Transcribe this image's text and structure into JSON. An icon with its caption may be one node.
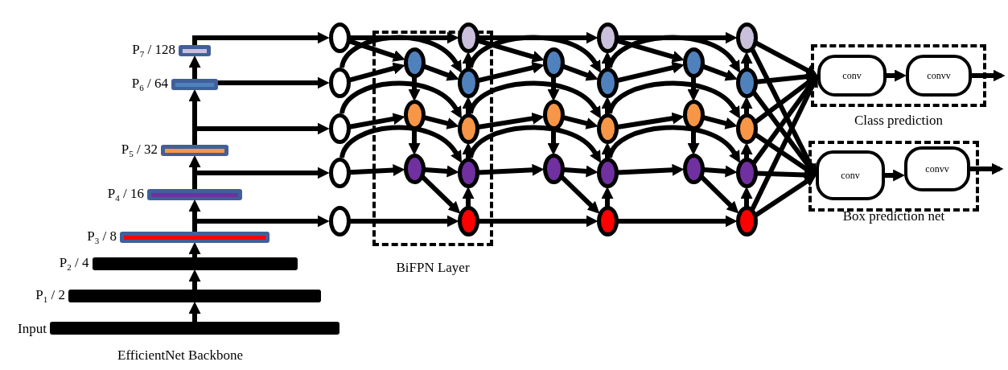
{
  "diagram": {
    "nodes": [
      {
        "text": [],
        "shape": "bar",
        "beside": [
          "P$_{7}$ / 128"
        ]
      },
      {
        "text": [],
        "shape": "bar",
        "beside": [
          "P$_{6}$ / 64"
        ]
      },
      {
        "text": [],
        "shape": "bar",
        "beside": [
          "P$_{5}$ / 32"
        ]
      },
      {
        "text": [],
        "shape": "bar",
        "beside": [
          "P$_{4}$ / 16"
        ]
      },
      {
        "text": [],
        "shape": "bar",
        "beside": [
          "P$_{3}$ / 8"
        ]
      },
      {
        "text": [],
        "shape": "bar",
        "beside": [
          "P$_{2}$ / 4"
        ]
      },
      {
        "text": [],
        "shape": "bar",
        "beside": [
          "P$_{1}$ / 2"
        ]
      },
      {
        "text": [],
        "shape": "bar",
        "beside": [
          "Input"
        ]
      },
      {
        "text": [],
        "shape": "ellipse"
      },
      {
        "text": [],
        "shape": "ellipse"
      },
      {
        "text": [],
        "shape": "ellipse"
      },
      {
        "text": [],
        "shape": "ellipse"
      },
      {
        "text": [],
        "shape": "ellipse"
      },
      {
        "text": [
          "BiFPN Layer"
        ]
      },
      {
        "text": [],
        "shape": "ellipse",
        "in": 13
      },
      {
        "text": [],
        "shape": "ellipse",
        "in": 13
      },
      {
        "text": [],
        "shape": "ellipse",
        "in": 13
      },
      {
        "text": [],
        "shape": "ellipse",
        "in": 13
      },
      {
        "text": [],
        "shape": "ellipse",
        "in": 13
      },
      {
        "text": [],
        "shape": "ellipse",
        "in": 13
      },
      {
        "text": [],
        "shape": "ellipse",
        "in": 13
      },
      {
        "text": [],
        "shape": "ellipse",
        "in": 13
      },
      {
        "text": [],
        "shape": "ellipse"
      },
      {
        "text": [],
        "shape": "ellipse"
      },
      {
        "text": [],
        "shape": "ellipse"
      },
      {
        "text": [],
        "shape": "ellipse"
      },
      {
        "text": [],
        "shape": "ellipse"
      },
      {
        "text": [],
        "shape": "ellipse"
      },
      {
        "text": [],
        "shape": "ellipse"
      },
      {
        "text": [],
        "shape": "ellipse"
      },
      {
        "text": [],
        "shape": "ellipse"
      },
      {
        "text": [],
        "shape": "ellipse"
      },
      {
        "text": [],
        "shape": "ellipse"
      },
      {
        "text": [],
        "shape": "ellipse"
      },
      {
        "text": [],
        "shape": "ellipse"
      },
      {
        "text": [],
        "shape": "ellipse"
      },
      {
        "text": [],
        "shape": "ellipse"
      },
      {
        "text": [],
        "shape": "ellipse"
      },
      {
        "text": [
          "Class prediction"
        ]
      },
      {
        "text": [
          "conv"
        ],
        "in": 38
      },
      {
        "text": [
          "convv"
        ],
        "in": 38
      },
      {
        "text": [
          "Box prediction net"
        ]
      },
      {
        "text": [
          "conv"
        ],
        "in": 41
      },
      {
        "text": [
          "convv"
        ],
        "in": 41
      }
    ],
    "edges": [
      {
        "from": 7,
        "to": 6,
        "arrow": "to"
      },
      {
        "from": 6,
        "to": 5,
        "arrow": "to"
      },
      {
        "from": 5,
        "to": 4,
        "arrow": "to"
      },
      {
        "from": 4,
        "to": 3,
        "arrow": "to"
      },
      {
        "from": 3,
        "to": 2,
        "arrow": "to"
      },
      {
        "from": 2,
        "to": 1,
        "arrow": "to"
      },
      {
        "from": 1,
        "to": 0,
        "arrow": "to"
      },
      {
        "from": 0,
        "to": 8,
        "arrow": "to"
      },
      {
        "from": 1,
        "to": 9,
        "arrow": "to"
      },
      {
        "from": 2,
        "to": 10,
        "arrow": "to"
      },
      {
        "from": 3,
        "to": 11,
        "arrow": "to"
      },
      {
        "from": 4,
        "to": 12,
        "arrow": "to"
      },
      {
        "from": 8,
        "to": 17,
        "arrow": "to"
      },
      {
        "from": 8,
        "to": 14,
        "arrow": "to"
      },
      {
        "from": 9,
        "to": 14,
        "arrow": "to"
      },
      {
        "from": 9,
        "to": 18,
        "arrow": "to"
      },
      {
        "from": 14,
        "to": 18,
        "arrow": "to"
      },
      {
        "from": 14,
        "to": 15,
        "arrow": "to"
      },
      {
        "from": 10,
        "to": 15,
        "arrow": "to"
      },
      {
        "from": 10,
        "to": 19,
        "arrow": "to"
      },
      {
        "from": 15,
        "to": 19,
        "arrow": "to"
      },
      {
        "from": 15,
        "to": 16,
        "arrow": "to"
      },
      {
        "from": 11,
        "to": 16,
        "arrow": "to"
      },
      {
        "from": 11,
        "to": 20,
        "arrow": "to"
      },
      {
        "from": 16,
        "to": 20,
        "arrow": "to"
      },
      {
        "from": 16,
        "to": 21,
        "arrow": "to"
      },
      {
        "from": 12,
        "to": 21,
        "arrow": "to"
      },
      {
        "from": 21,
        "to": 20,
        "arrow": "to"
      },
      {
        "from": 20,
        "to": 19,
        "arrow": "to"
      },
      {
        "from": 19,
        "to": 18,
        "arrow": "to"
      },
      {
        "from": 18,
        "to": 17,
        "arrow": "to"
      },
      {
        "from": 17,
        "to": 25,
        "arrow": "to"
      },
      {
        "from": 17,
        "to": 22,
        "arrow": "to"
      },
      {
        "from": 18,
        "to": 22,
        "arrow": "to"
      },
      {
        "from": 18,
        "to": 26,
        "arrow": "to"
      },
      {
        "from": 22,
        "to": 26,
        "arrow": "to"
      },
      {
        "from": 22,
        "to": 23,
        "arrow": "to"
      },
      {
        "from": 19,
        "to": 23,
        "arrow": "to"
      },
      {
        "from": 19,
        "to": 27,
        "arrow": "to"
      },
      {
        "from": 23,
        "to": 27,
        "arrow": "to"
      },
      {
        "from": 23,
        "to": 24,
        "arrow": "to"
      },
      {
        "from": 20,
        "to": 24,
        "arrow": "to"
      },
      {
        "from": 20,
        "to": 28,
        "arrow": "to"
      },
      {
        "from": 24,
        "to": 28,
        "arrow": "to"
      },
      {
        "from": 24,
        "to": 29,
        "arrow": "to"
      },
      {
        "from": 21,
        "to": 29,
        "arrow": "to"
      },
      {
        "from": 29,
        "to": 28,
        "arrow": "to"
      },
      {
        "from": 28,
        "to": 27,
        "arrow": "to"
      },
      {
        "from": 27,
        "to": 26,
        "arrow": "to"
      },
      {
        "from": 26,
        "to": 25,
        "arrow": "to"
      },
      {
        "from": 25,
        "to": 33,
        "arrow": "to"
      },
      {
        "from": 25,
        "to": 30,
        "arrow": "to"
      },
      {
        "from": 26,
        "to": 30,
        "arrow": "to"
      },
      {
        "from": 26,
        "to": 34,
        "arrow": "to"
      },
      {
        "from": 30,
        "to": 34,
        "arrow": "to"
      },
      {
        "from": 30,
        "to": 31,
        "arrow": "to"
      },
      {
        "from": 27,
        "to": 31,
        "arrow": "to"
      },
      {
        "from": 27,
        "to": 35,
        "arrow": "to"
      },
      {
        "from": 31,
        "to": 35,
        "arrow": "to"
      },
      {
        "from": 31,
        "to": 32,
        "arrow": "to"
      },
      {
        "from": 28,
        "to": 32,
        "arrow": "to"
      },
      {
        "from": 28,
        "to": 36,
        "arrow": "to"
      },
      {
        "from": 32,
        "to": 36,
        "arrow": "to"
      },
      {
        "from": 32,
        "to": 37,
        "arrow": "to"
      },
      {
        "from": 29,
        "to": 37,
        "arrow": "to"
      },
      {
        "from": 37,
        "to": 36,
        "arrow": "to"
      },
      {
        "from": 36,
        "to": 35,
        "arrow": "to"
      },
      {
        "from": 35,
        "to": 34,
        "arrow": "to"
      },
      {
        "from": 34,
        "to": 33,
        "arrow": "to"
      },
      {
        "from": 33,
        "to": 39,
        "arrow": "to"
      },
      {
        "from": 34,
        "to": 39,
        "arrow": "to"
      },
      {
        "from": 35,
        "to": 39,
        "arrow": "to"
      },
      {
        "from": 36,
        "to": 39,
        "arrow": "to"
      },
      {
        "from": 37,
        "to": 39,
        "arrow": "to"
      },
      {
        "from": 33,
        "to": 42,
        "arrow": "to"
      },
      {
        "from": 34,
        "to": 42,
        "arrow": "to"
      },
      {
        "from": 35,
        "to": 42,
        "arrow": "to"
      },
      {
        "from": 36,
        "to": 42,
        "arrow": "to"
      },
      {
        "from": 37,
        "to": 42,
        "arrow": "to"
      },
      {
        "from": 39,
        "to": 40,
        "arrow": "to"
      },
      {
        "from": 40,
        "to": null,
        "arrow": "to"
      },
      {
        "from": 42,
        "to": 43,
        "arrow": "to"
      },
      {
        "from": 43,
        "to": null,
        "arrow": "to"
      }
    ],
    "labels": [
      "EfficientNet Backbone"
    ]
  }
}
